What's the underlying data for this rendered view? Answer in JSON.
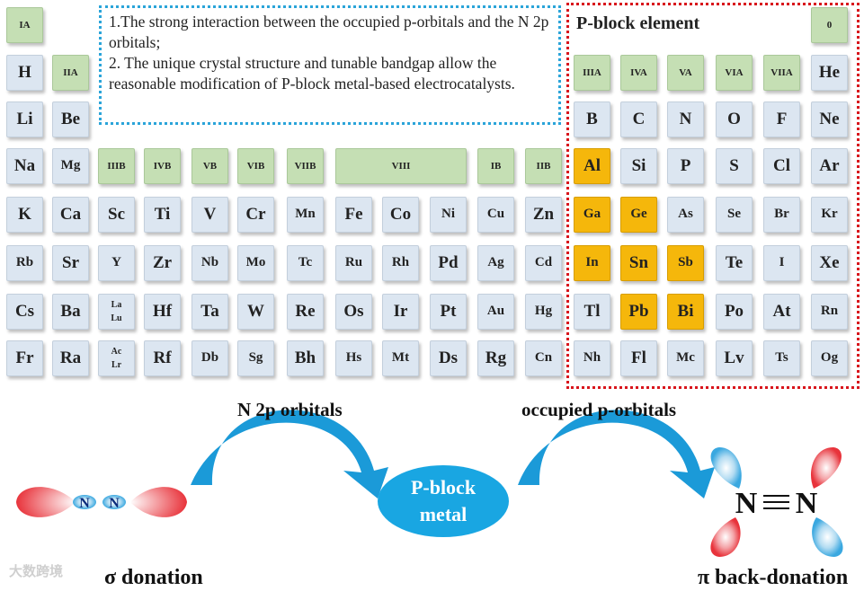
{
  "note": {
    "line1": "1.The strong interaction between the occupied p-orbitals and the N 2p orbitals;",
    "line2": "2. The unique crystal structure and tunable bandgap allow the reasonable modification of P-block metal-based electrocatalysts."
  },
  "pblock_title": "P-block element",
  "group_labels": [
    {
      "text": "IA",
      "col": 0,
      "row": 0
    },
    {
      "text": "IIA",
      "col": 1,
      "row": 1
    },
    {
      "text": "IIIB",
      "col": 2,
      "row": 3
    },
    {
      "text": "IVB",
      "col": 3,
      "row": 3
    },
    {
      "text": "VB",
      "col": 4,
      "row": 3
    },
    {
      "text": "VIB",
      "col": 5,
      "row": 3
    },
    {
      "text": "VIIB",
      "col": 6,
      "row": 3
    },
    {
      "text": "VIII",
      "col": 7,
      "row": 3,
      "span": 3
    },
    {
      "text": "IB",
      "col": 10,
      "row": 3
    },
    {
      "text": "IIB",
      "col": 11,
      "row": 3
    },
    {
      "text": "IIIA",
      "col": 12,
      "row": 1
    },
    {
      "text": "IVA",
      "col": 13,
      "row": 1
    },
    {
      "text": "VA",
      "col": 14,
      "row": 1
    },
    {
      "text": "VIA",
      "col": 15,
      "row": 1
    },
    {
      "text": "VIIA",
      "col": 16,
      "row": 1
    },
    {
      "text": "0",
      "col": 17,
      "row": 0
    }
  ],
  "elements": [
    {
      "symbol": "H",
      "col": 0,
      "row": 1
    },
    {
      "symbol": "He",
      "col": 17,
      "row": 1
    },
    {
      "symbol": "Li",
      "col": 0,
      "row": 2
    },
    {
      "symbol": "Be",
      "col": 1,
      "row": 2
    },
    {
      "symbol": "B",
      "col": 12,
      "row": 2
    },
    {
      "symbol": "C",
      "col": 13,
      "row": 2
    },
    {
      "symbol": "N",
      "col": 14,
      "row": 2
    },
    {
      "symbol": "O",
      "col": 15,
      "row": 2
    },
    {
      "symbol": "F",
      "col": 16,
      "row": 2
    },
    {
      "symbol": "Ne",
      "col": 17,
      "row": 2
    },
    {
      "symbol": "Na",
      "col": 0,
      "row": 3
    },
    {
      "symbol": "Mg",
      "col": 1,
      "row": 3,
      "size": "small"
    },
    {
      "symbol": "Al",
      "col": 12,
      "row": 3,
      "highlight": true
    },
    {
      "symbol": "Si",
      "col": 13,
      "row": 3
    },
    {
      "symbol": "P",
      "col": 14,
      "row": 3
    },
    {
      "symbol": "S",
      "col": 15,
      "row": 3
    },
    {
      "symbol": "Cl",
      "col": 16,
      "row": 3
    },
    {
      "symbol": "Ar",
      "col": 17,
      "row": 3
    },
    {
      "symbol": "K",
      "col": 0,
      "row": 4
    },
    {
      "symbol": "Ca",
      "col": 1,
      "row": 4
    },
    {
      "symbol": "Sc",
      "col": 2,
      "row": 4
    },
    {
      "symbol": "Ti",
      "col": 3,
      "row": 4
    },
    {
      "symbol": "V",
      "col": 4,
      "row": 4
    },
    {
      "symbol": "Cr",
      "col": 5,
      "row": 4
    },
    {
      "symbol": "Mn",
      "col": 6,
      "row": 4,
      "size": "small"
    },
    {
      "symbol": "Fe",
      "col": 7,
      "row": 4
    },
    {
      "symbol": "Co",
      "col": 8,
      "row": 4
    },
    {
      "symbol": "Ni",
      "col": 9,
      "row": 4,
      "size": "small"
    },
    {
      "symbol": "Cu",
      "col": 10,
      "row": 4,
      "size": "small"
    },
    {
      "symbol": "Zn",
      "col": 11,
      "row": 4
    },
    {
      "symbol": "Ga",
      "col": 12,
      "row": 4,
      "highlight": true,
      "size": "small"
    },
    {
      "symbol": "Ge",
      "col": 13,
      "row": 4,
      "highlight": true,
      "size": "small"
    },
    {
      "symbol": "As",
      "col": 14,
      "row": 4,
      "size": "small"
    },
    {
      "symbol": "Se",
      "col": 15,
      "row": 4,
      "size": "small"
    },
    {
      "symbol": "Br",
      "col": 16,
      "row": 4,
      "size": "small"
    },
    {
      "symbol": "Kr",
      "col": 17,
      "row": 4,
      "size": "small"
    },
    {
      "symbol": "Rb",
      "col": 0,
      "row": 5,
      "size": "small"
    },
    {
      "symbol": "Sr",
      "col": 1,
      "row": 5
    },
    {
      "symbol": "Y",
      "col": 2,
      "row": 5,
      "size": "small"
    },
    {
      "symbol": "Zr",
      "col": 3,
      "row": 5
    },
    {
      "symbol": "Nb",
      "col": 4,
      "row": 5,
      "size": "small"
    },
    {
      "symbol": "Mo",
      "col": 5,
      "row": 5,
      "size": "small"
    },
    {
      "symbol": "Tc",
      "col": 6,
      "row": 5,
      "size": "small"
    },
    {
      "symbol": "Ru",
      "col": 7,
      "row": 5,
      "size": "small"
    },
    {
      "symbol": "Rh",
      "col": 8,
      "row": 5,
      "size": "small"
    },
    {
      "symbol": "Pd",
      "col": 9,
      "row": 5
    },
    {
      "symbol": "Ag",
      "col": 10,
      "row": 5,
      "size": "small"
    },
    {
      "symbol": "Cd",
      "col": 11,
      "row": 5,
      "size": "small"
    },
    {
      "symbol": "In",
      "col": 12,
      "row": 5,
      "highlight": true,
      "size": "small"
    },
    {
      "symbol": "Sn",
      "col": 13,
      "row": 5,
      "highlight": true
    },
    {
      "symbol": "Sb",
      "col": 14,
      "row": 5,
      "highlight": true,
      "size": "small"
    },
    {
      "symbol": "Te",
      "col": 15,
      "row": 5
    },
    {
      "symbol": "I",
      "col": 16,
      "row": 5,
      "size": "small"
    },
    {
      "symbol": "Xe",
      "col": 17,
      "row": 5
    },
    {
      "symbol": "Cs",
      "col": 0,
      "row": 6
    },
    {
      "symbol": "Ba",
      "col": 1,
      "row": 6
    },
    {
      "symbol": "La\nLu",
      "col": 2,
      "row": 6,
      "size": "tiny"
    },
    {
      "symbol": "Hf",
      "col": 3,
      "row": 6
    },
    {
      "symbol": "Ta",
      "col": 4,
      "row": 6
    },
    {
      "symbol": "W",
      "col": 5,
      "row": 6
    },
    {
      "symbol": "Re",
      "col": 6,
      "row": 6
    },
    {
      "symbol": "Os",
      "col": 7,
      "row": 6
    },
    {
      "symbol": "Ir",
      "col": 8,
      "row": 6
    },
    {
      "symbol": "Pt",
      "col": 9,
      "row": 6
    },
    {
      "symbol": "Au",
      "col": 10,
      "row": 6,
      "size": "small"
    },
    {
      "symbol": "Hg",
      "col": 11,
      "row": 6,
      "size": "small"
    },
    {
      "symbol": "Tl",
      "col": 12,
      "row": 6
    },
    {
      "symbol": "Pb",
      "col": 13,
      "row": 6,
      "highlight": true
    },
    {
      "symbol": "Bi",
      "col": 14,
      "row": 6,
      "highlight": true
    },
    {
      "symbol": "Po",
      "col": 15,
      "row": 6
    },
    {
      "symbol": "At",
      "col": 16,
      "row": 6
    },
    {
      "symbol": "Rn",
      "col": 17,
      "row": 6,
      "size": "small"
    },
    {
      "symbol": "Fr",
      "col": 0,
      "row": 7
    },
    {
      "symbol": "Ra",
      "col": 1,
      "row": 7
    },
    {
      "symbol": "Ac\nLr",
      "col": 2,
      "row": 7,
      "size": "tiny"
    },
    {
      "symbol": "Rf",
      "col": 3,
      "row": 7
    },
    {
      "symbol": "Db",
      "col": 4,
      "row": 7,
      "size": "small"
    },
    {
      "symbol": "Sg",
      "col": 5,
      "row": 7,
      "size": "small"
    },
    {
      "symbol": "Bh",
      "col": 6,
      "row": 7
    },
    {
      "symbol": "Hs",
      "col": 7,
      "row": 7,
      "size": "small"
    },
    {
      "symbol": "Mt",
      "col": 8,
      "row": 7,
      "size": "small"
    },
    {
      "symbol": "Ds",
      "col": 9,
      "row": 7
    },
    {
      "symbol": "Rg",
      "col": 10,
      "row": 7
    },
    {
      "symbol": "Cn",
      "col": 11,
      "row": 7,
      "size": "small"
    },
    {
      "symbol": "Nh",
      "col": 12,
      "row": 7,
      "size": "small"
    },
    {
      "symbol": "Fl",
      "col": 13,
      "row": 7
    },
    {
      "symbol": "Mc",
      "col": 14,
      "row": 7,
      "size": "small"
    },
    {
      "symbol": "Lv",
      "col": 15,
      "row": 7
    },
    {
      "symbol": "Ts",
      "col": 16,
      "row": 7,
      "size": "small"
    },
    {
      "symbol": "Og",
      "col": 17,
      "row": 7,
      "size": "small"
    }
  ],
  "diagram": {
    "left_arrow_label": "N 2p orbitals",
    "right_arrow_label": "occupied p-orbitals",
    "center_line1": "P-block",
    "center_line2": "metal",
    "n2_left_atom1": "N",
    "n2_left_atom2": "N",
    "n2_right_atom1": "N",
    "n2_right_atom2": "N",
    "sigma_label": "σ donation",
    "pi_label": "π back-donation",
    "watermark": "大数跨境"
  },
  "colors": {
    "element_bg": "#dce6f1",
    "group_bg": "#c5dfb4",
    "highlight_bg": "#f5b70b",
    "arrow_blue": "#1b9ad8",
    "center_blue": "#19a6e2",
    "orbital_red": "#e8333b",
    "orbital_blue": "#3aa8e0"
  }
}
